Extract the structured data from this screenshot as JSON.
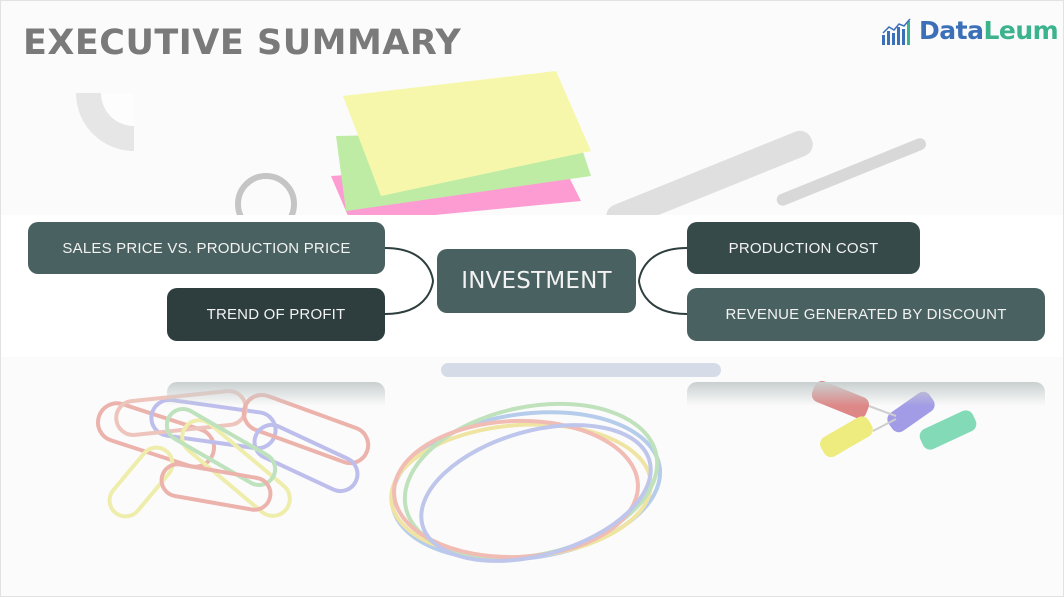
{
  "slide": {
    "title": "EXECUTIVE SUMMARY",
    "logo": {
      "part1": "Data",
      "part2": "Leum"
    }
  },
  "mindmap": {
    "center": "INVESTMENT",
    "left_nodes": [
      "SALES PRICE VS. PRODUCTION PRICE",
      "TREND OF PROFIT"
    ],
    "right_nodes": [
      "PRODUCTION COST",
      "REVENUE GENERATED BY DISCOUNT"
    ]
  },
  "colors": {
    "title": "#7a7a7a",
    "node_dark": "#2e3e3e",
    "node_mid": "#374a4a",
    "node_teal": "#4a6161",
    "logo_blue": "#3b6fb8",
    "logo_green": "#3bb38d"
  },
  "icons": [
    "bar-chart-logo-icon",
    "sticky-notes-image",
    "pens-image",
    "paper-clips-image",
    "rubber-bands-image",
    "push-pins-image",
    "key-ring-image"
  ]
}
